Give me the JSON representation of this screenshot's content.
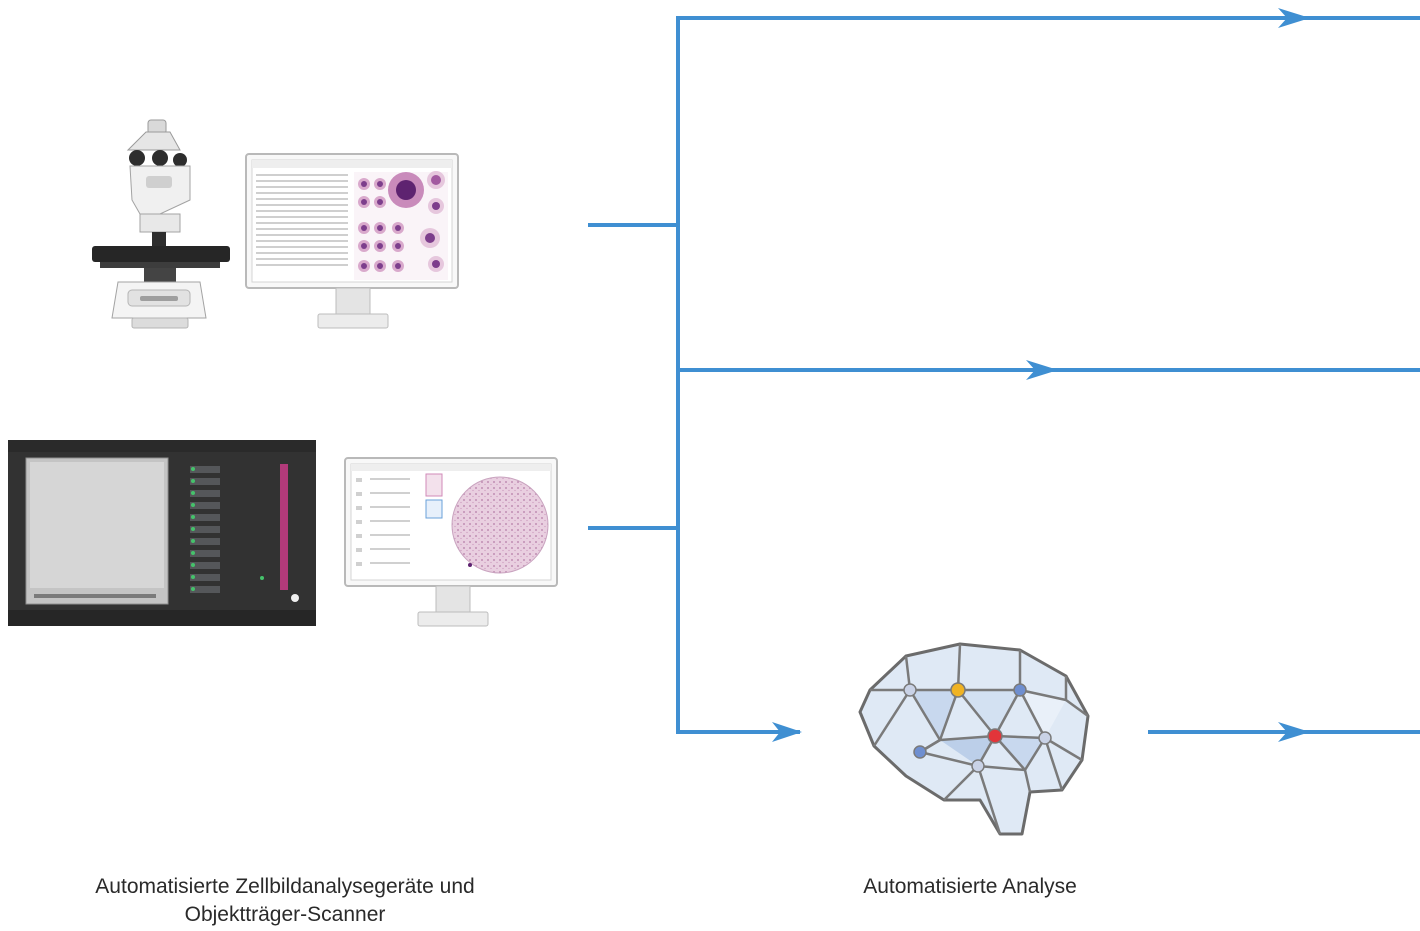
{
  "captions": {
    "devices_line1": "Automatisierte Zellbildanalysegeräte und",
    "devices_line2": "Objektträger-Scanner",
    "analysis": "Automatisierte Analyse"
  },
  "icons": [
    "microscope-icon",
    "cell-analysis-monitor-icon",
    "slide-scanner-icon",
    "slide-viewer-monitor-icon",
    "ai-brain-icon"
  ],
  "colors": {
    "connector": "#3f8fd2",
    "brain_outline": "#6b6b6b",
    "brain_fill": "#dfe9f5",
    "node_yellow": "#f0b323",
    "node_red": "#e2353a",
    "node_blue": "#6f8fd0",
    "scanner_body": "#3a3a3a",
    "scanner_led": "#45c26b",
    "scanner_bar": "#b23a7a",
    "stain_purple": "#7d3e8c"
  }
}
